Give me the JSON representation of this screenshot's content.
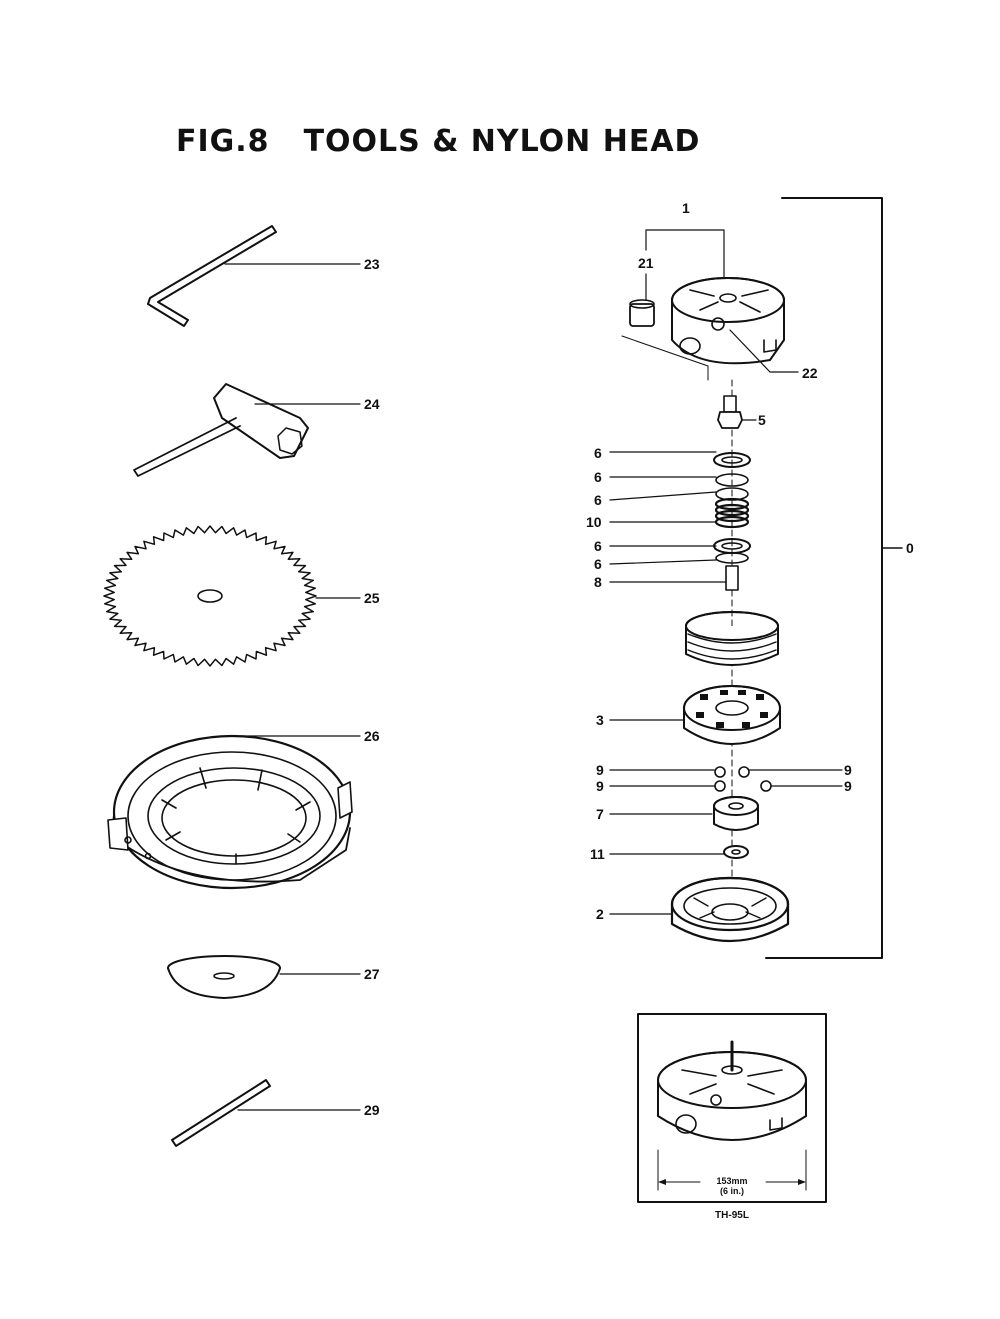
{
  "title": {
    "fig": "FIG.8",
    "name": "TOOLS & NYLON HEAD"
  },
  "labels": {
    "n23": "23",
    "n24": "24",
    "n25": "25",
    "n26": "26",
    "n27": "27",
    "n29": "29",
    "n1": "1",
    "n21": "21",
    "n22": "22",
    "n5": "5",
    "n6": "6",
    "n10": "10",
    "n8": "8",
    "n3": "3",
    "n9": "9",
    "n7": "7",
    "n11": "11",
    "n2": "2",
    "n0": "0"
  },
  "inset": {
    "dim_mm": "153mm",
    "dim_in": "(6 in.)",
    "model": "TH-95L"
  },
  "colors": {
    "ink": "#111111",
    "paper": "#ffffff"
  }
}
